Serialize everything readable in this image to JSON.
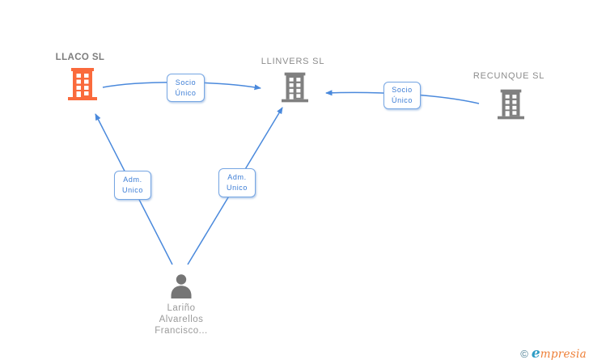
{
  "diagram": {
    "type": "corporate-ownership-graph",
    "companies": [
      {
        "name": "LLACO SL",
        "icon": "building-icon",
        "highlight": true
      },
      {
        "name": "LLINVERS SL",
        "icon": "building-icon",
        "highlight": false
      },
      {
        "name": "RECUNQUE SL",
        "icon": "building-icon",
        "highlight": false
      }
    ],
    "person": {
      "icon": "person-icon",
      "name_lines": [
        "Lariño",
        "Alvarellos",
        "Francisco..."
      ]
    },
    "relations": [
      {
        "from": "LLACO SL",
        "to": "LLINVERS SL",
        "label_lines": {
          "0": "Socio",
          "1": "Único"
        }
      },
      {
        "from": "RECUNQUE SL",
        "to": "LLINVERS SL",
        "label_lines": {
          "0": "Socio",
          "1": "Único"
        }
      },
      {
        "from": "person",
        "to": "LLACO SL",
        "label_lines": {
          "0": "Adm.",
          "1": "Unico"
        }
      },
      {
        "from": "person",
        "to": "LLINVERS SL",
        "label_lines": {
          "0": "Adm.",
          "1": "Unico"
        }
      }
    ],
    "colors": {
      "arrow_blue": "#4a89dc",
      "label_text_blue": "#3b7cd5",
      "label_border_blue": "#76a6e3",
      "highlight_company_orange": "#fa6a3c",
      "company_gray": "#808080",
      "person_gray": "#757575",
      "text_gray": "#8c8c8c"
    },
    "watermark": {
      "copyright": "©",
      "brand_initial": "e",
      "brand_rest": "mpresia"
    }
  }
}
